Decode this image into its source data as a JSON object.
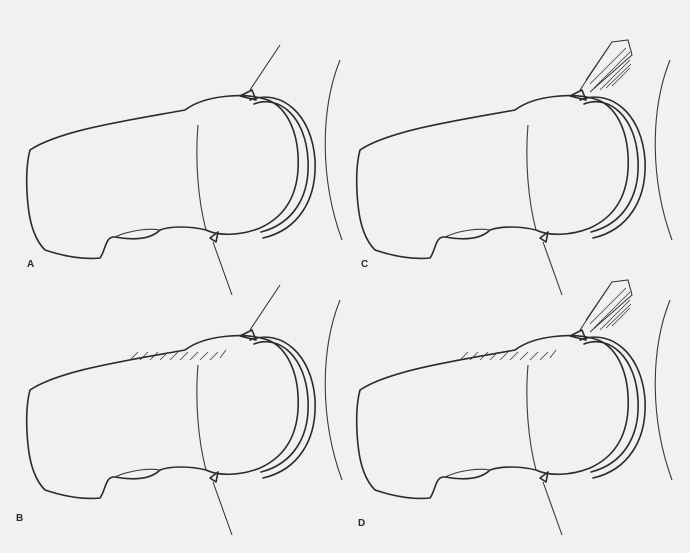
{
  "panels": [
    {
      "id": "A",
      "label": "A",
      "variant": "normal"
    },
    {
      "id": "B",
      "label": "B",
      "variant": "femoral-hatch"
    },
    {
      "id": "C",
      "label": "C",
      "variant": "acetabular-hatch"
    },
    {
      "id": "D",
      "label": "D",
      "variant": "both-hatch"
    }
  ],
  "colors": {
    "ink": "#2b2b2b",
    "paper": "#f2f1ef"
  }
}
